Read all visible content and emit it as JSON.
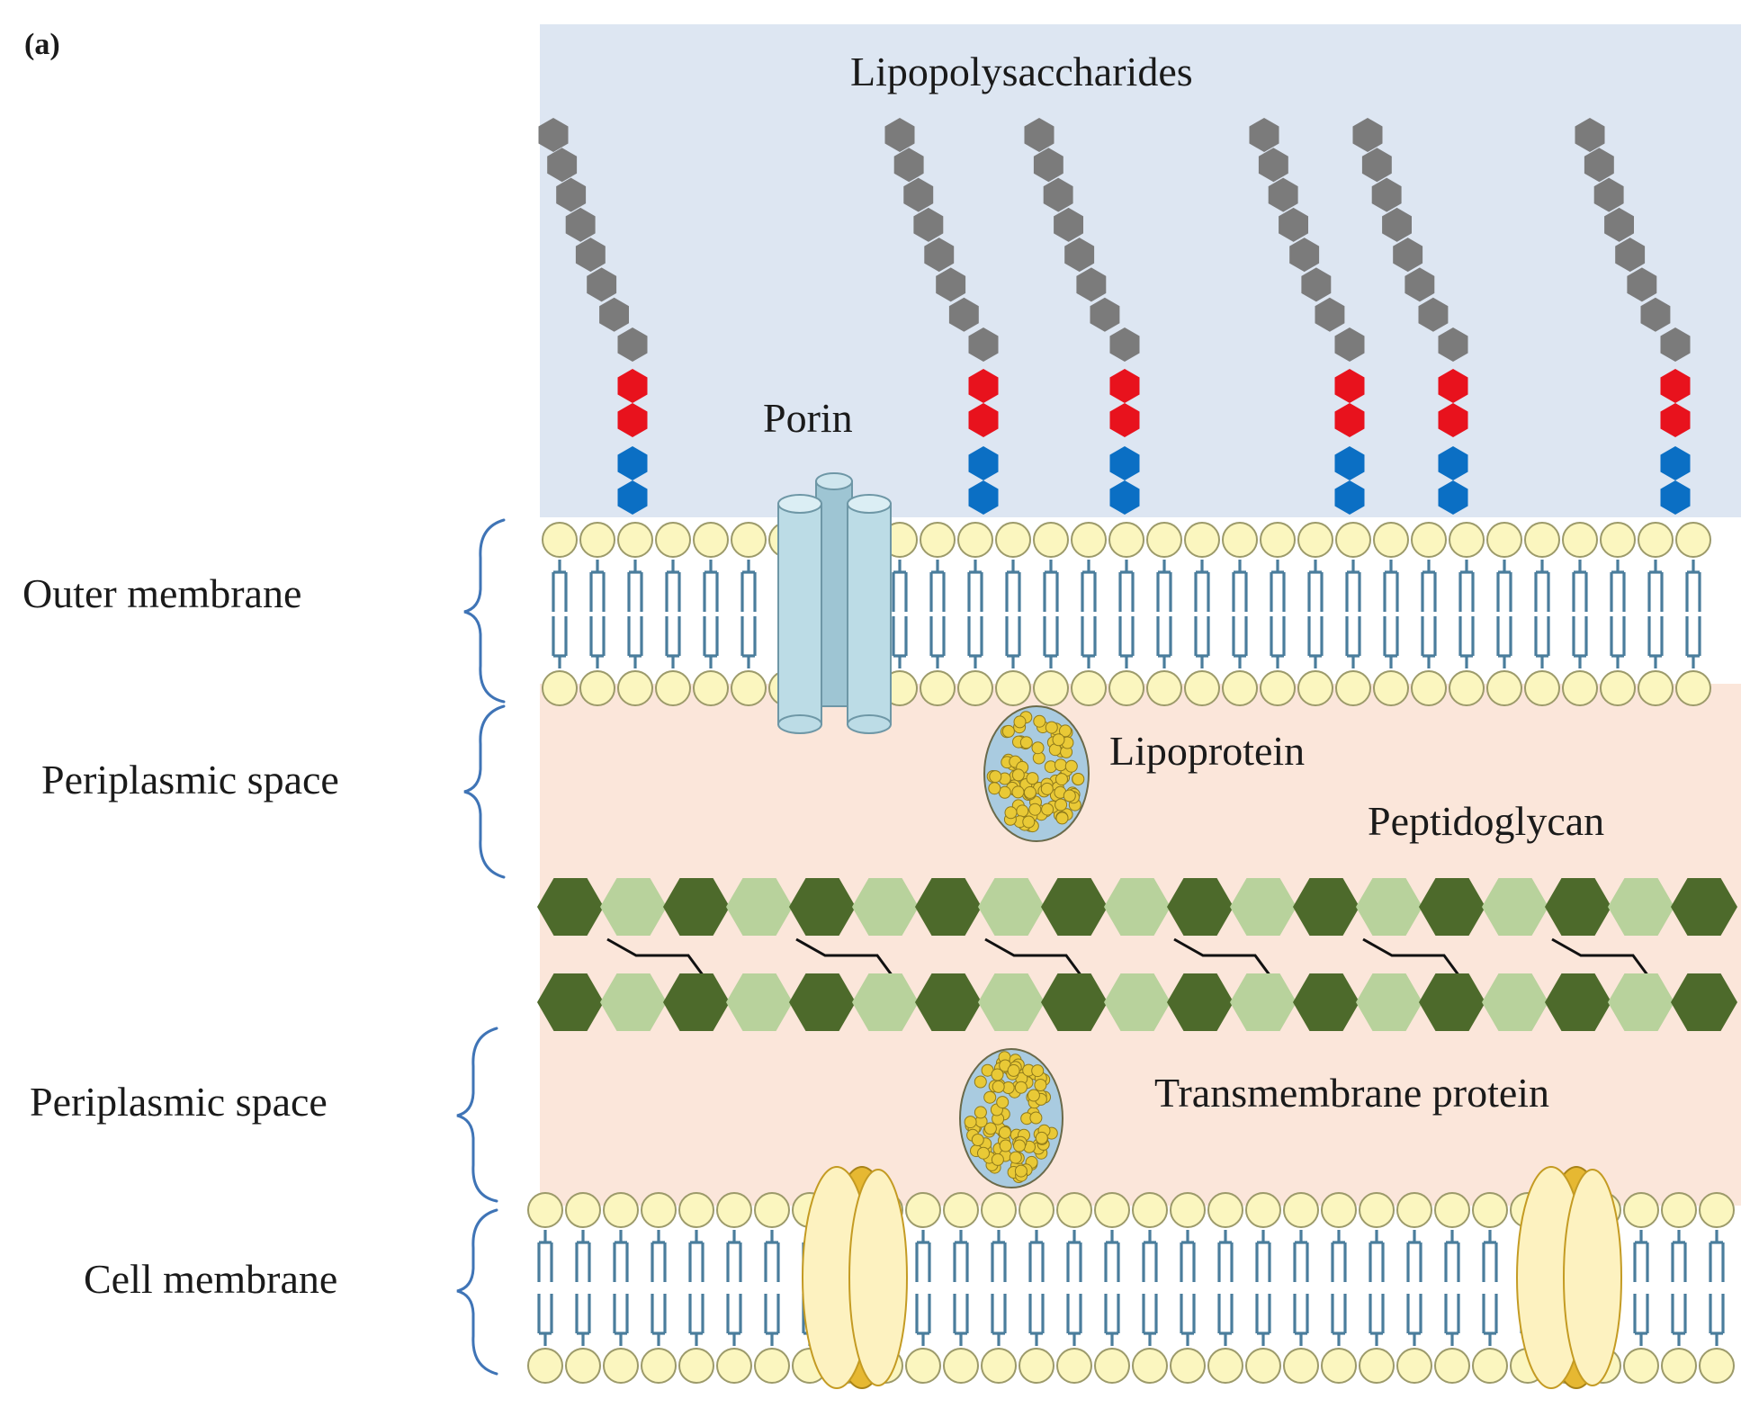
{
  "panel_label": "(a)",
  "labels": {
    "lipopolysaccharides": "Lipopolysaccharides",
    "porin": "Porin",
    "lipoprotein": "Lipoprotein",
    "peptidoglycan": "Peptidoglycan",
    "transmembrane_protein": "Transmembrane protein"
  },
  "regions": {
    "outer_membrane": "Outer membrane",
    "periplasmic_space_upper": "Periplasmic space",
    "periplasmic_space_lower": "Periplasmic space",
    "cell_membrane": "Cell membrane"
  },
  "colors": {
    "extracellular_bg": "#dde6f2",
    "periplasm_bg": "#fbe6da",
    "lipid_head": "#fbf6bf",
    "lipid_head_stroke": "#9c9a6a",
    "lipid_tail": "#4a7d9c",
    "lps_gray": "#7b7b7b",
    "lps_red": "#e8121d",
    "lps_blue": "#0b6fc4",
    "porin_fill": "#bcdce6",
    "porin_stroke": "#6e97a6",
    "peptidoglycan_dark": "#4d6a2b",
    "peptidoglycan_light": "#b8d29c",
    "crosslink": "#111111",
    "protein_yellow": "#e9c936",
    "protein_blue": "#a9cbe0",
    "transmembrane_gold": "#e6b832",
    "transmembrane_light": "#fdf2c0",
    "brace": "#3f74b6"
  }
}
